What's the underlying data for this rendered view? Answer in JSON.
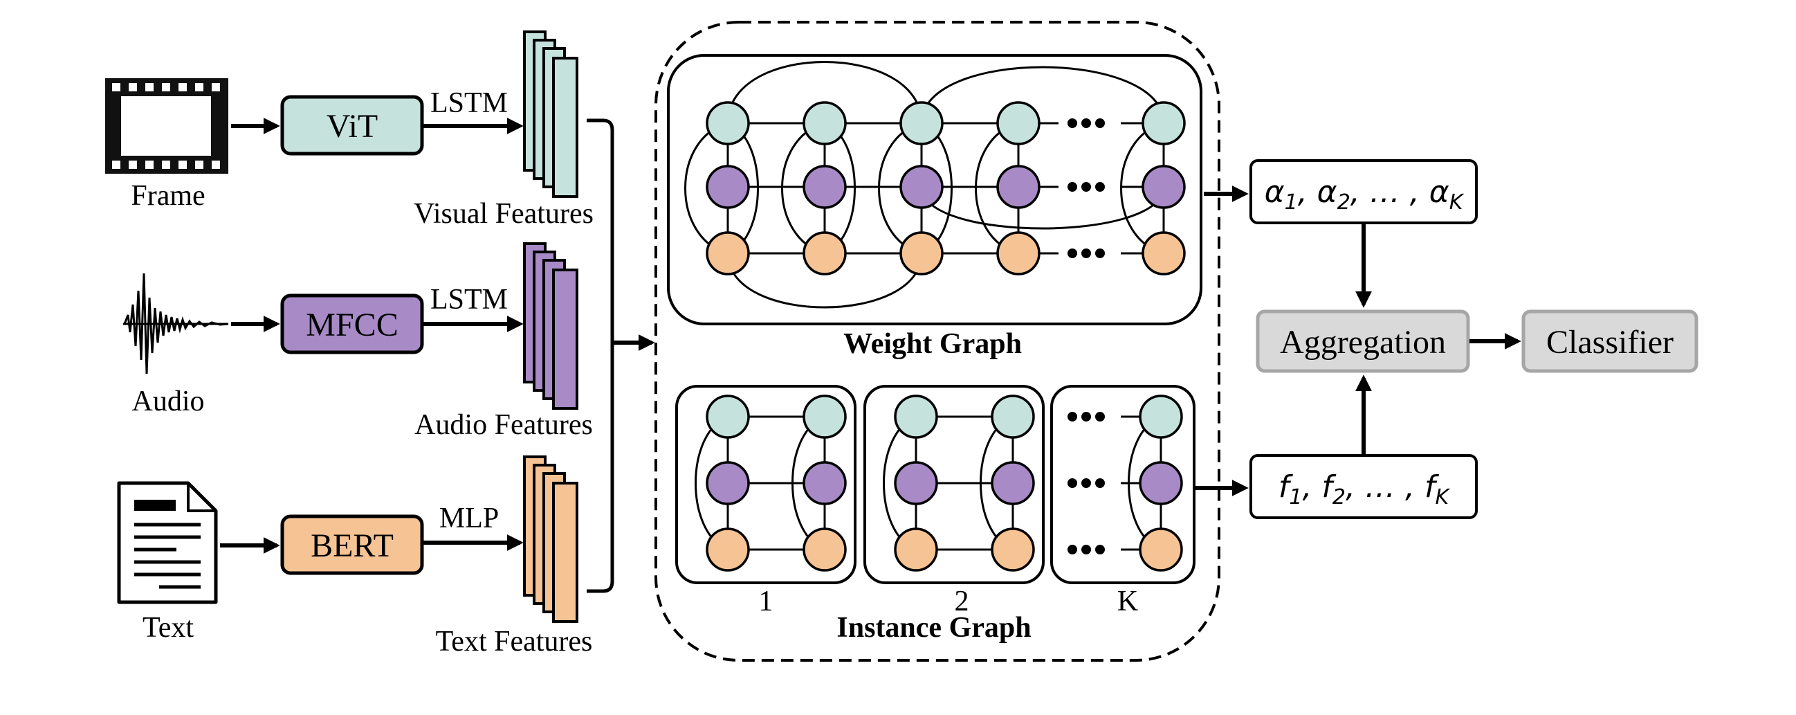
{
  "inputs": {
    "frame_label": "Frame",
    "audio_label": "Audio",
    "text_label": "Text"
  },
  "encoders": {
    "vit": "ViT",
    "mfcc": "MFCC",
    "bert": "BERT"
  },
  "sequence_models": {
    "visual": "LSTM",
    "audio": "LSTM",
    "text": "MLP"
  },
  "features": {
    "visual": "Visual Features",
    "audio": "Audio Features",
    "text": "Text Features"
  },
  "graphs": {
    "weight_title": "Weight Graph",
    "instance_title": "Instance Graph",
    "instance_labels": [
      "1",
      "2",
      "K"
    ]
  },
  "outputs": {
    "alpha_main": "α",
    "f_main": "f",
    "aggregation": "Aggregation",
    "classifier": "Classifier"
  },
  "colors": {
    "visual": "#c5e3dc",
    "audio": "#a88bc6",
    "text": "#f6c394",
    "gray": "#d9d9d9"
  }
}
